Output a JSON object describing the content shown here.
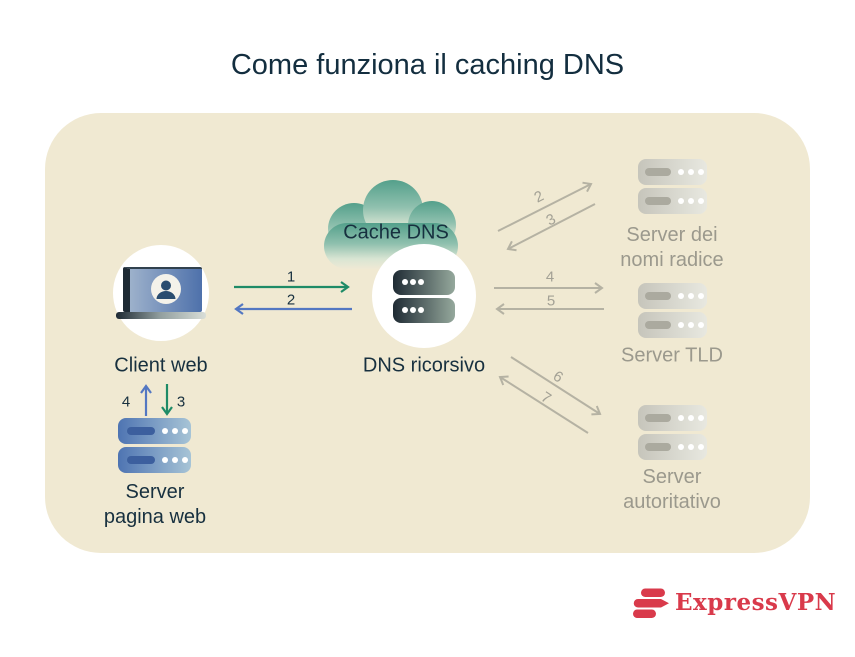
{
  "title": "Come funziona il caching DNS",
  "diagram": {
    "nodes": {
      "cache_cloud": {
        "label": "Cache DNS",
        "icon": "cloud-icon"
      },
      "client": {
        "label": "Client web",
        "icon": "laptop-user-icon"
      },
      "recursive_dns": {
        "label": "DNS ricorsivo",
        "icon": "server-rack-dark-icon"
      },
      "web_page_server": {
        "label": [
          "Server",
          "pagina web"
        ],
        "icon": "server-rack-blue-icon"
      },
      "root_name_server": {
        "label": [
          "Server dei",
          "nomi radice"
        ],
        "icon": "server-rack-gray-icon"
      },
      "tld_server": {
        "label": "Server TLD",
        "icon": "server-rack-gray-icon"
      },
      "authoritative_server": {
        "label": [
          "Server",
          "autoritativo"
        ],
        "icon": "server-rack-gray-icon"
      }
    },
    "steps": {
      "client_to_recursive": "1",
      "recursive_to_client": "2",
      "client_to_web_server": "3",
      "web_server_to_client": "4",
      "recursive_to_root": "2",
      "root_to_recursive": "3",
      "recursive_to_tld": "4",
      "tld_to_recursive": "5",
      "recursive_to_auth": "6",
      "auth_to_recursive": "7"
    },
    "colors": {
      "panel_bg": "#f0e9d2",
      "title_text": "#132e3f",
      "muted_text": "#9b998d",
      "green_arrow": "#1e8b67",
      "blue_arrow": "#5377c2",
      "gray_arrow": "#b5b2a3",
      "cloud_teal": "#54a08b",
      "brand_red": "#d93a4b"
    }
  },
  "footer": {
    "brand": "ExpressVPN",
    "logo_icon": "expressvpn-logo-icon"
  }
}
